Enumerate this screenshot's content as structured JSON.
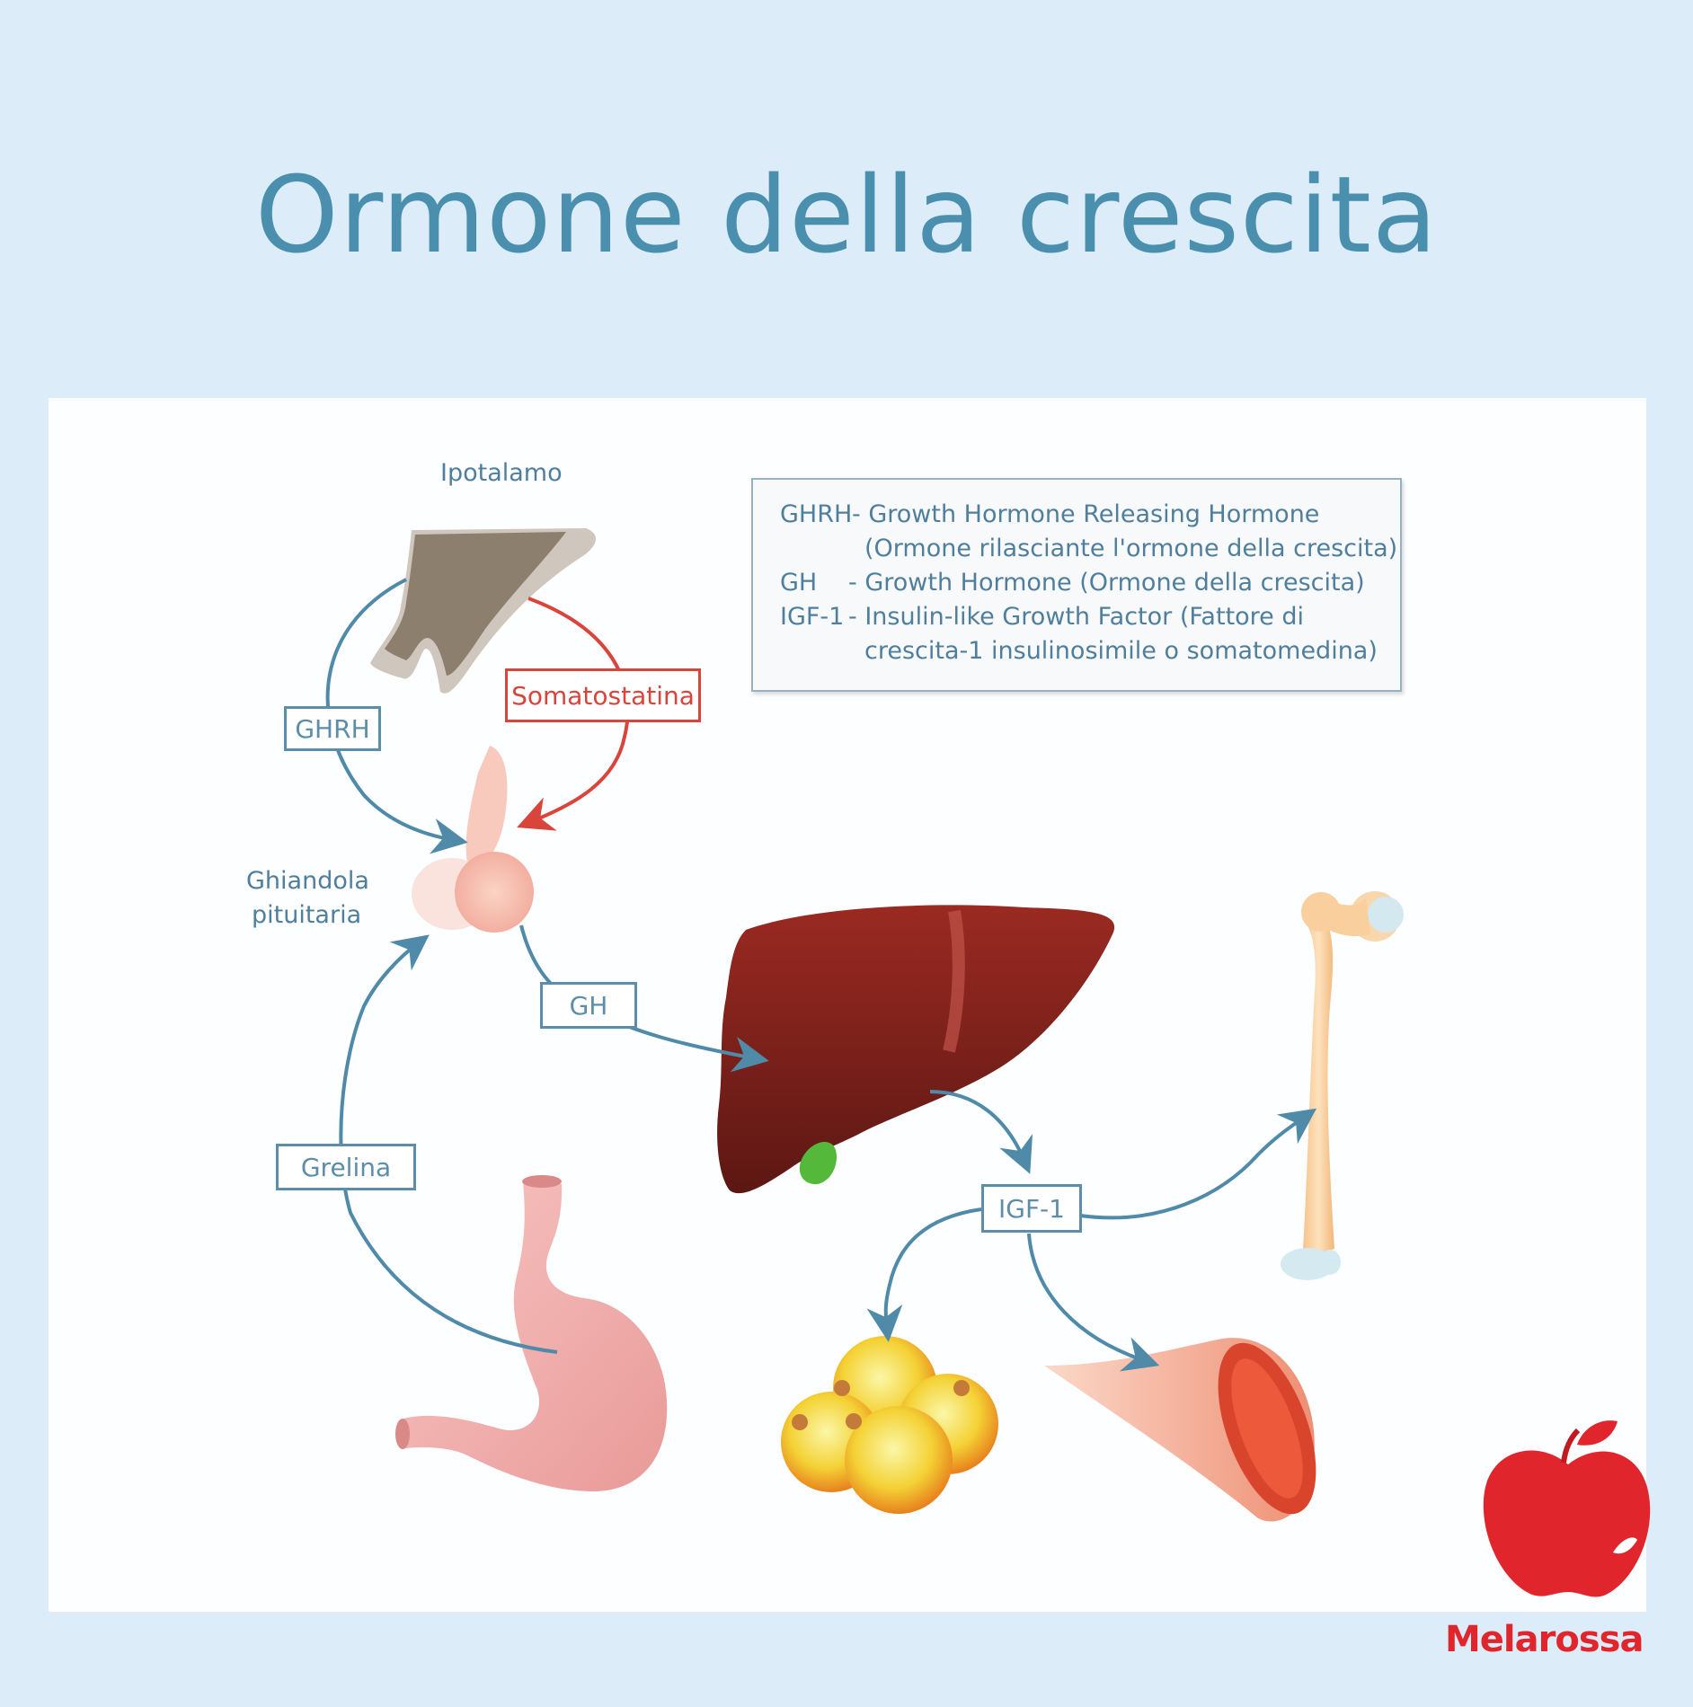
{
  "title": "Ormone della crescita",
  "labels": {
    "hypothalamus": "Ipotalamo",
    "pituitary_line1": "Ghiandola",
    "pituitary_line2": "pituitaria"
  },
  "tags": {
    "ghrh": "GHRH",
    "somatostatin": "Somatostatina",
    "gh": "GH",
    "ghrelin": "Grelina",
    "igf1": "IGF-1"
  },
  "legend": {
    "rows": [
      {
        "abbr": "GHRH",
        "text": "- Growth Hormone Releasing Hormone"
      },
      {
        "abbr": "",
        "text": "(Ormone rilasciante l'ormone della crescita)"
      },
      {
        "abbr": "GH",
        "text": "- Growth Hormone (Ormone della crescita)"
      },
      {
        "abbr": "IGF-1",
        "text": "- Insulin-like Growth Factor (Fattore di"
      },
      {
        "abbr": "",
        "text": "crescita-1 insulinosimile o somatomedina)"
      }
    ]
  },
  "brand": "Melarossa",
  "colors": {
    "arrow_blue": "#4f8aa8",
    "arrow_red": "#d9443b",
    "title": "#4a8fad",
    "background": "#dcecf8",
    "brand_red": "#e0262c"
  }
}
